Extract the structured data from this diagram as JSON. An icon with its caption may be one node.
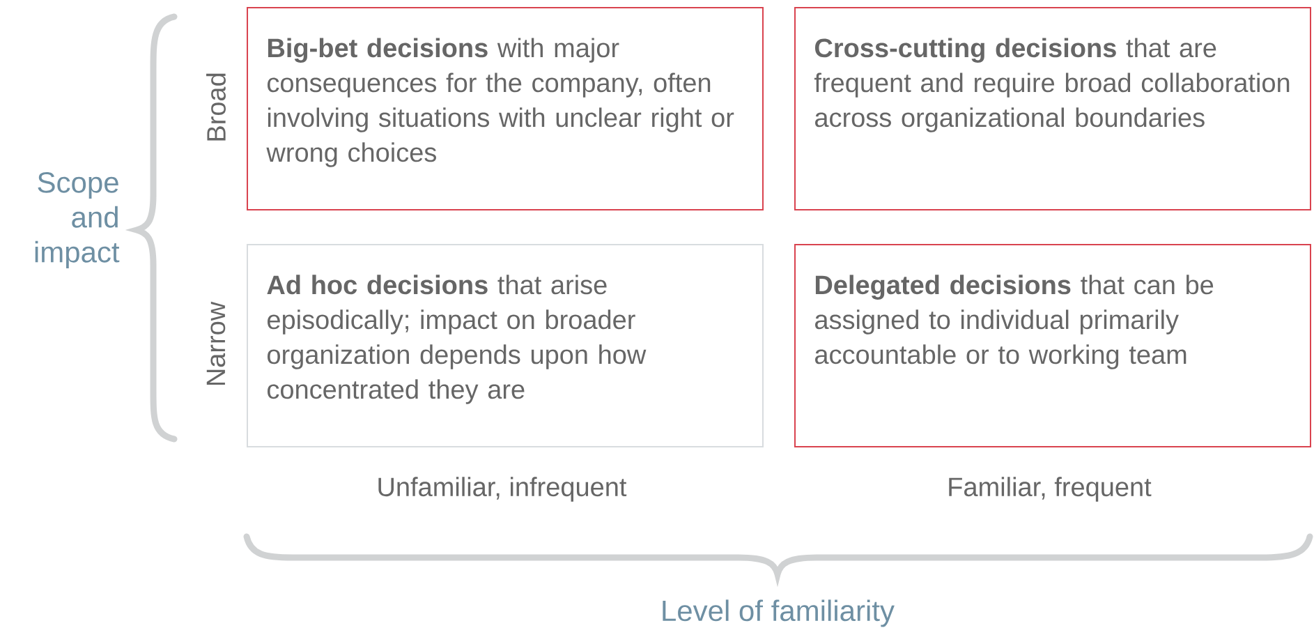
{
  "diagram": {
    "nodes": [
      {
        "text": [
          "**Big-bet decisions** with major consequences for the company, often involving situations with unclear right or wrong choices"
        ]
      },
      {
        "text": [
          "**Cross-cutting decisions** that are frequent and require broad collaboration across organizational boundaries"
        ]
      },
      {
        "text": [
          "**Ad hoc decisions** that arise episodically; impact on broader organization depends upon how concentrated they are"
        ]
      },
      {
        "text": [
          "**Delegated decisions** that can be assigned to individual primarily accountable or to working team"
        ]
      }
    ],
    "labels": [
      "Scope and impact",
      "Broad",
      "Narrow",
      "Unfamiliar, infrequent",
      "Familiar, frequent",
      "Level of familiarity"
    ]
  }
}
